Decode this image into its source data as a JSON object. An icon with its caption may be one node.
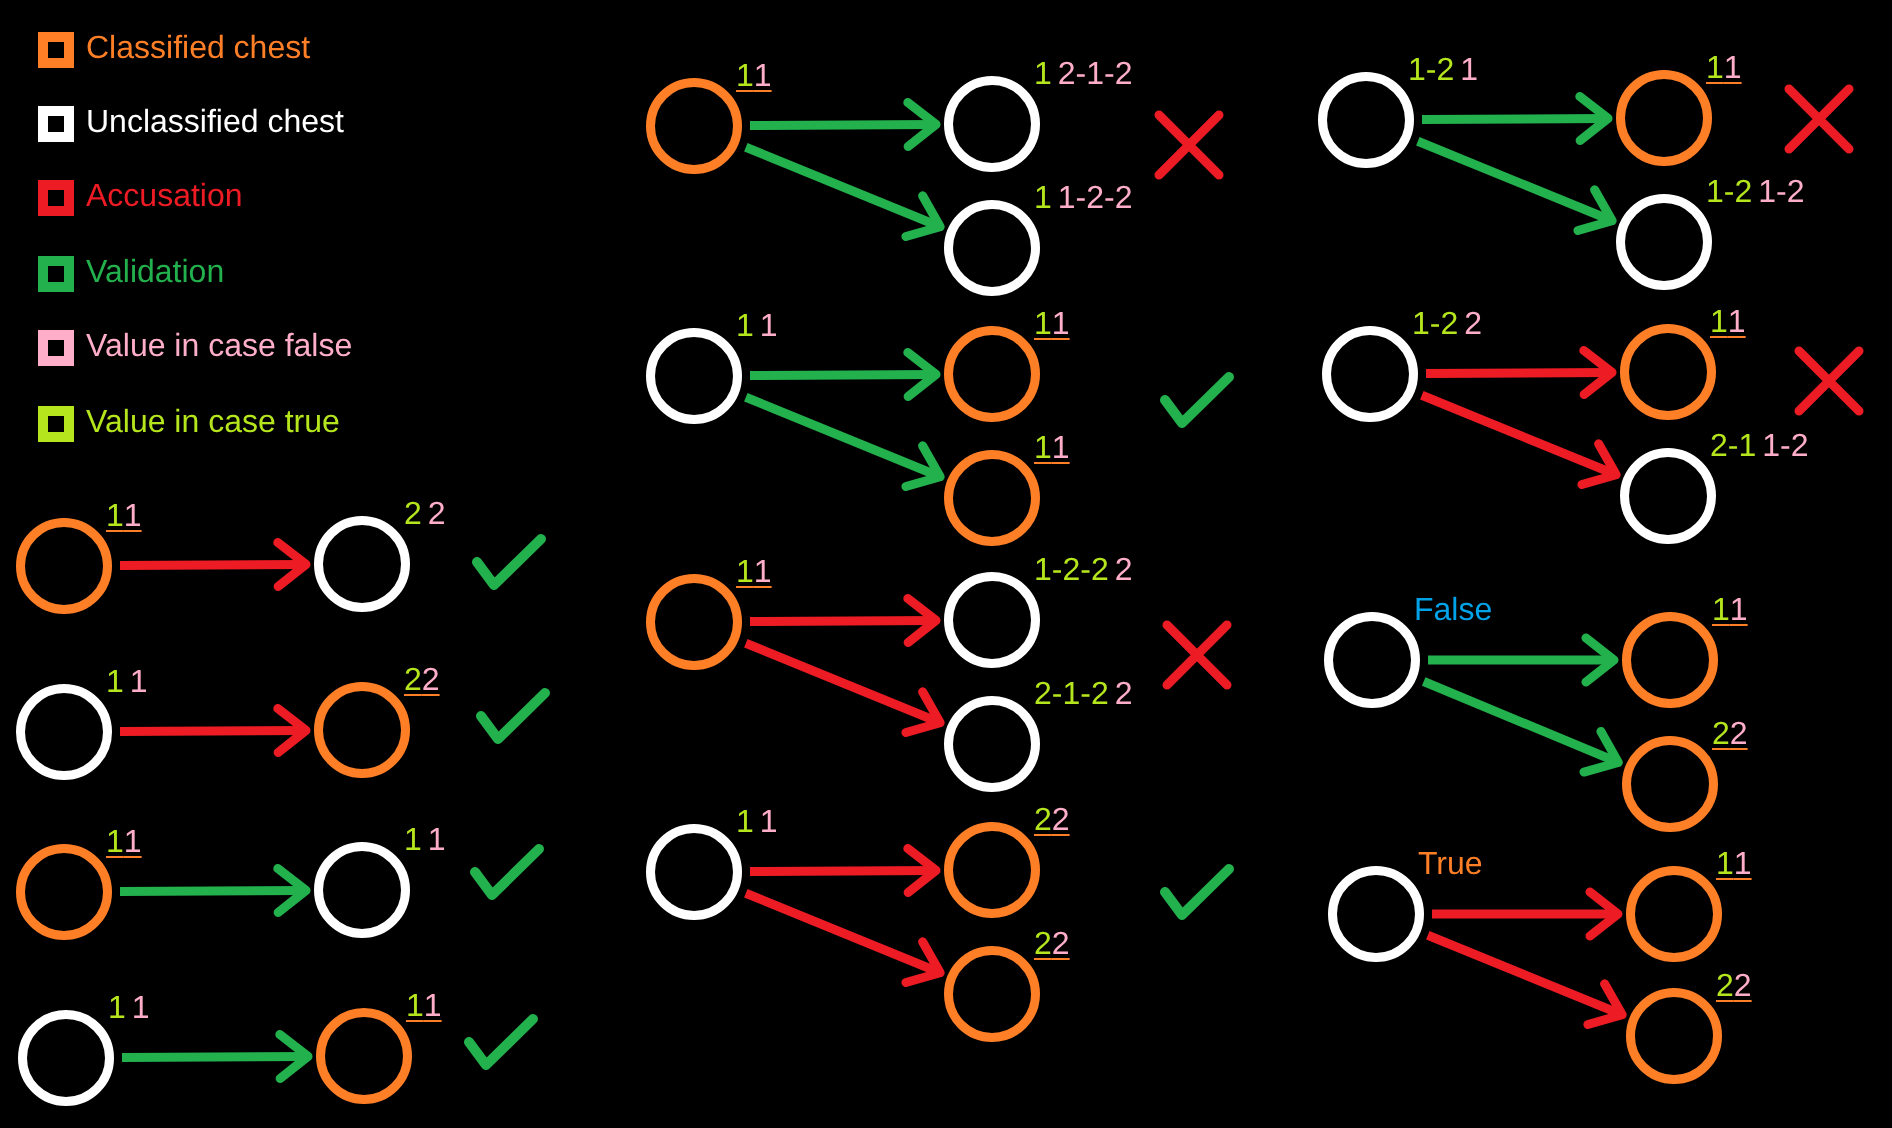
{
  "diagram": {
    "nodes": [
      {
        "text": [],
        "shape": "circle",
        "beside": [
          "1",
          "1"
        ]
      },
      {
        "text": [],
        "shape": "circle",
        "beside": [
          "2",
          "2"
        ]
      },
      {
        "text": [],
        "shape": "circle",
        "beside": [
          "1",
          "1"
        ]
      },
      {
        "text": [],
        "shape": "circle",
        "beside": [
          "2",
          "2"
        ]
      },
      {
        "text": [],
        "shape": "circle",
        "beside": [
          "1",
          "1"
        ]
      },
      {
        "text": [],
        "shape": "circle",
        "beside": [
          "1",
          "1"
        ]
      },
      {
        "text": [],
        "shape": "circle",
        "beside": [
          "1",
          "1"
        ]
      },
      {
        "text": [],
        "shape": "circle",
        "beside": [
          "1",
          "1"
        ]
      },
      {
        "text": [],
        "shape": "circle",
        "beside": [
          "1",
          "1"
        ]
      },
      {
        "text": [],
        "shape": "circle",
        "beside": [
          "1",
          "2-1-2"
        ]
      },
      {
        "text": [],
        "shape": "circle",
        "beside": [
          "1",
          "1-2-2"
        ]
      },
      {
        "text": [],
        "shape": "circle",
        "beside": [
          "1",
          "1"
        ]
      },
      {
        "text": [],
        "shape": "circle",
        "beside": [
          "1",
          "1"
        ]
      },
      {
        "text": [],
        "shape": "circle",
        "beside": [
          "1",
          "1"
        ]
      },
      {
        "text": [],
        "shape": "circle",
        "beside": [
          "1",
          "1"
        ]
      },
      {
        "text": [],
        "shape": "circle",
        "beside": [
          "1-2-2",
          "2"
        ]
      },
      {
        "text": [],
        "shape": "circle",
        "beside": [
          "2-1-2",
          "2"
        ]
      },
      {
        "text": [],
        "shape": "circle",
        "beside": [
          "1",
          "1"
        ]
      },
      {
        "text": [],
        "shape": "circle",
        "beside": [
          "2",
          "2"
        ]
      },
      {
        "text": [],
        "shape": "circle",
        "beside": [
          "2",
          "2"
        ]
      },
      {
        "text": [],
        "shape": "circle",
        "beside": [
          "1-2",
          "1"
        ]
      },
      {
        "text": [],
        "shape": "circle",
        "beside": [
          "1",
          "1"
        ]
      },
      {
        "text": [],
        "shape": "circle",
        "beside": [
          "1-2",
          "1-2"
        ]
      },
      {
        "text": [],
        "shape": "circle",
        "beside": [
          "1-2",
          "2"
        ]
      },
      {
        "text": [],
        "shape": "circle",
        "beside": [
          "1",
          "1"
        ]
      },
      {
        "text": [],
        "shape": "circle",
        "beside": [
          "2-1",
          "1-2"
        ]
      },
      {
        "text": [],
        "shape": "circle",
        "beside": [
          "False"
        ]
      },
      {
        "text": [],
        "shape": "circle",
        "beside": [
          "1",
          "1"
        ]
      },
      {
        "text": [],
        "shape": "circle",
        "beside": [
          "2",
          "2"
        ]
      },
      {
        "text": [],
        "shape": "circle",
        "beside": [
          "True"
        ]
      },
      {
        "text": [],
        "shape": "circle",
        "beside": [
          "1",
          "1"
        ]
      },
      {
        "text": [],
        "shape": "circle",
        "beside": [
          "2",
          "2"
        ]
      }
    ],
    "edges": [
      {
        "from": 0,
        "to": 1,
        "arrow": "to",
        "color": "#ed1c24"
      },
      {
        "from": 2,
        "to": 3,
        "arrow": "to",
        "color": "#ed1c24"
      },
      {
        "from": 4,
        "to": 5,
        "arrow": "to",
        "color": "#22b14c"
      },
      {
        "from": 6,
        "to": 7,
        "arrow": "to",
        "color": "#22b14c"
      },
      {
        "from": 8,
        "to": 9,
        "arrow": "to",
        "color": "#22b14c"
      },
      {
        "from": 8,
        "to": 10,
        "arrow": "to",
        "color": "#22b14c"
      },
      {
        "from": 11,
        "to": 12,
        "arrow": "to",
        "color": "#22b14c"
      },
      {
        "from": 11,
        "to": 13,
        "arrow": "to",
        "color": "#22b14c"
      },
      {
        "from": 14,
        "to": 15,
        "arrow": "to",
        "color": "#ed1c24"
      },
      {
        "from": 14,
        "to": 16,
        "arrow": "to",
        "color": "#ed1c24"
      },
      {
        "from": 17,
        "to": 18,
        "arrow": "to",
        "color": "#ed1c24"
      },
      {
        "from": 17,
        "to": 19,
        "arrow": "to",
        "color": "#ed1c24"
      },
      {
        "from": 20,
        "to": 21,
        "arrow": "to",
        "color": "#22b14c"
      },
      {
        "from": 20,
        "to": 22,
        "arrow": "to",
        "color": "#22b14c"
      },
      {
        "from": 23,
        "to": 24,
        "arrow": "to",
        "color": "#ed1c24"
      },
      {
        "from": 23,
        "to": 25,
        "arrow": "to",
        "color": "#ed1c24"
      },
      {
        "from": 26,
        "to": 27,
        "arrow": "to",
        "color": "#22b14c"
      },
      {
        "from": 26,
        "to": 28,
        "arrow": "to",
        "color": "#22b14c"
      },
      {
        "from": 29,
        "to": 30,
        "arrow": "to",
        "color": "#ed1c24"
      },
      {
        "from": 29,
        "to": 31,
        "arrow": "to",
        "color": "#ed1c24"
      }
    ],
    "legend": [
      {
        "text": "Classified chest",
        "color": "#ff7f27"
      },
      {
        "text": "Unclassified chest",
        "color": "#ffffff"
      },
      {
        "text": "Accusation",
        "color": "#ed1c24"
      },
      {
        "text": "Validation",
        "color": "#22b14c"
      },
      {
        "text": "Value in case false",
        "color": "#ffaec9"
      },
      {
        "text": "Value in case true",
        "color": "#b5e61d"
      }
    ]
  }
}
